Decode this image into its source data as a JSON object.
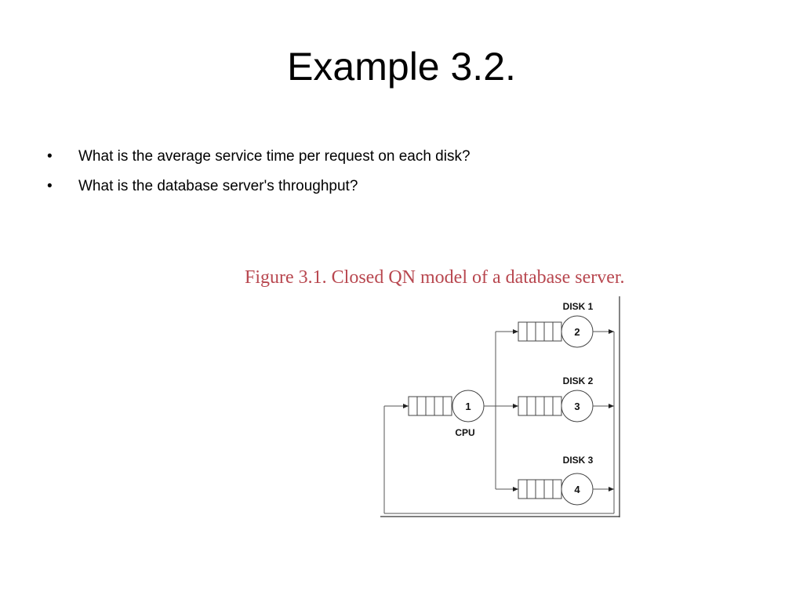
{
  "slide": {
    "title": "Example 3.2.",
    "bullet_marker": "•",
    "bullets": [
      "What is the average service time per request on each disk?",
      "What is the database server's throughput?"
    ]
  },
  "figure": {
    "caption": "Figure 3.1. Closed QN model of a database server.",
    "cpu": {
      "label": "CPU",
      "number": "1"
    },
    "disks": [
      {
        "label": "DISK 1",
        "number": "2"
      },
      {
        "label": "DISK 2",
        "number": "3"
      },
      {
        "label": "DISK 3",
        "number": "4"
      }
    ]
  },
  "colors": {
    "caption": "#b8474f",
    "text": "#000000"
  }
}
